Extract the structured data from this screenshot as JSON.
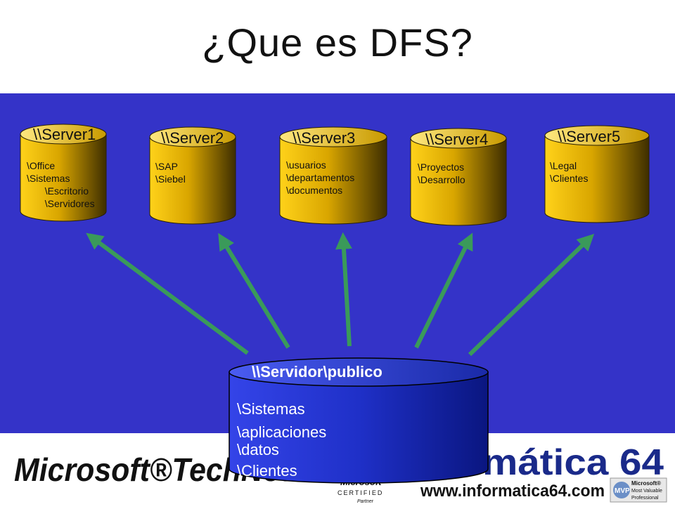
{
  "title": "¿Que es DFS?",
  "colors": {
    "stage": "#3433c8",
    "gold_light": "#ffd21a",
    "gold_dark": "#4a3800",
    "blue_light": "#2b3bd9",
    "blue_dark": "#0b1b8a",
    "arrow": "#3a9a5a"
  },
  "servers": [
    {
      "name": "\\\\Server1",
      "paths": [
        "\\Office",
        "\\Sistemas",
        "  \\Escritorio",
        "  \\Servidores"
      ]
    },
    {
      "name": "\\\\Server2",
      "paths": [
        "\\SAP",
        "\\Siebel"
      ]
    },
    {
      "name": "\\\\Server3",
      "paths": [
        "\\usuarios",
        "\\departamentos",
        "\\documentos"
      ]
    },
    {
      "name": "\\\\Server4",
      "paths": [
        "\\Proyectos",
        "\\Desarrollo"
      ]
    },
    {
      "name": "\\\\Server5",
      "paths": [
        "\\Legal",
        "\\Clientes"
      ]
    }
  ],
  "public_share": {
    "name": "\\\\Servidor\\publico",
    "paths": [
      "\\Sistemas",
      "\\aplicaciones",
      "\\datos",
      "\\Clientes"
    ]
  },
  "footer": {
    "microsoft_technet": "Microsoft®TechNet",
    "informatica_logo": "mática 64",
    "website": "www.informatica64.com",
    "certified_line1": "Microsoft",
    "certified_line2": "CERTIFIED",
    "certified_line3": "Partner",
    "mvp_badge": "MVP",
    "mvp_line1": "Microsoft®",
    "mvp_line2": "Most Valuable",
    "mvp_line3": "Professional"
  }
}
